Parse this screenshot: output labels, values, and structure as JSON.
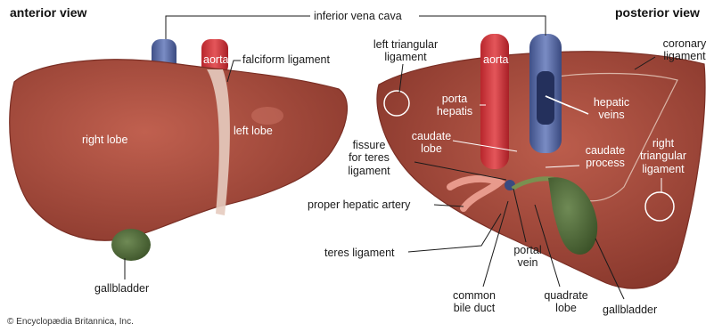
{
  "headings": {
    "anterior": "anterior view",
    "posterior": "posterior view"
  },
  "labels": {
    "ivc": "inferior vena cava",
    "aorta_ant": "aorta",
    "falciform": "falciform ligament",
    "right_lobe": "right lobe",
    "left_lobe": "left lobe",
    "gallbladder_ant": "gallbladder",
    "teres": "teres ligament",
    "left_triangular": [
      "left triangular",
      "ligament"
    ],
    "aorta_post": "aorta",
    "porta_hepatis": [
      "porta",
      "hepatis"
    ],
    "hepatic_veins": [
      "hepatic",
      "veins"
    ],
    "coronary": [
      "coronary",
      "ligament"
    ],
    "fissure": [
      "fissure",
      "for teres",
      "ligament"
    ],
    "caudate_lobe": [
      "caudate",
      "lobe"
    ],
    "caudate_process": [
      "caudate",
      "process"
    ],
    "right_triangular": [
      "right",
      "triangular",
      "ligament"
    ],
    "proper_hepatic_artery": "proper hepatic artery",
    "portal_vein": [
      "portal",
      "vein"
    ],
    "common_bile_duct": [
      "common",
      "bile duct"
    ],
    "quadrate_lobe": [
      "quadrate",
      "lobe"
    ],
    "gallbladder_post": "gallbladder"
  },
  "credit": "© Encyclopædia Britannica, Inc.",
  "colors": {
    "liver": "#a8473a",
    "liver_dark": "#7e2f26",
    "liver_light": "#c4685a",
    "aorta": "#d63a3f",
    "ivc": "#5b6ea8",
    "gallbladder": "#4f6a3a",
    "ligament": "#e8d5c8"
  }
}
